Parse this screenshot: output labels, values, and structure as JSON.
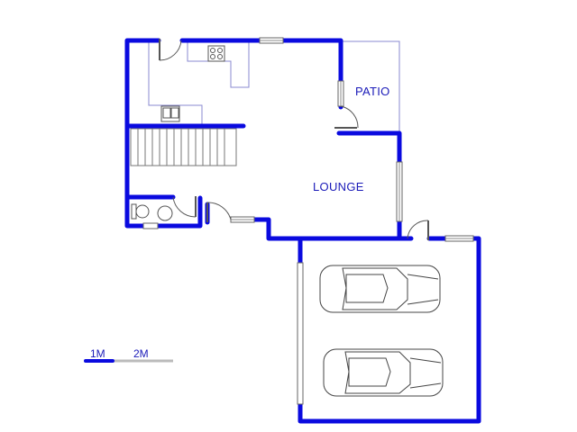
{
  "plan": {
    "rooms": [
      {
        "id": "patio",
        "label": "PATIO"
      },
      {
        "id": "lounge",
        "label": "LOUNGE"
      }
    ],
    "scale_bar": {
      "marks": [
        "1M",
        "2M"
      ]
    },
    "colors": {
      "wall": "#0a0adf",
      "outline": "#8a8ad0",
      "fixture": "#555555",
      "text": "#1a1ab8",
      "scale_grey": "#bbbbbb"
    }
  }
}
